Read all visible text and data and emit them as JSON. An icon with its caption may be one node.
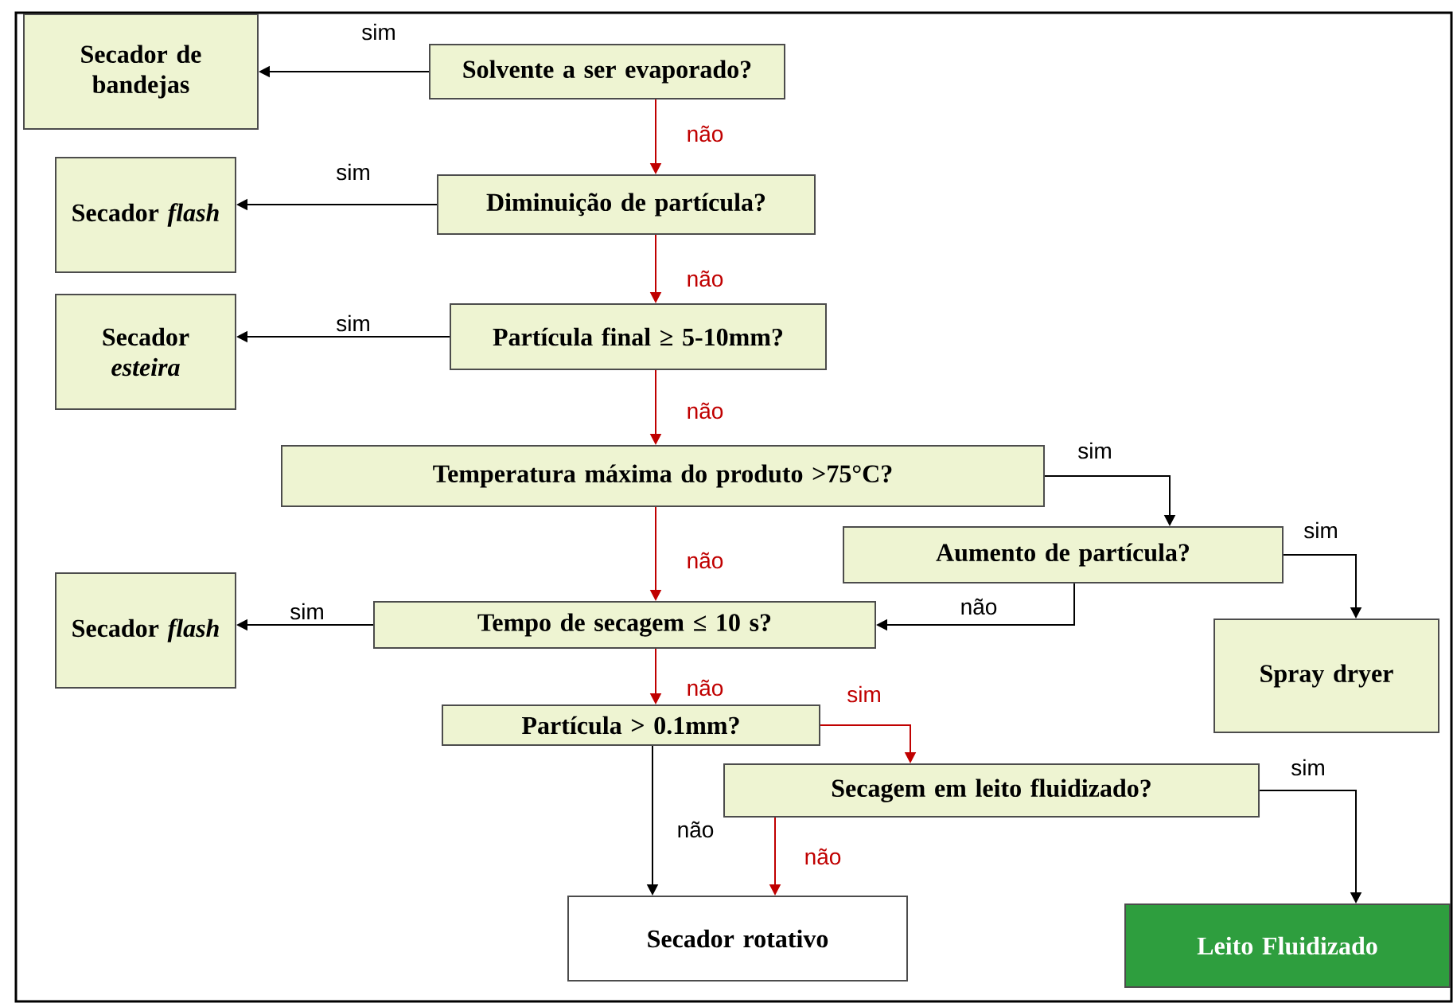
{
  "diagram": {
    "nodes": [
      {
        "text": [
          "Solvente a ser evaporado?"
        ]
      },
      {
        "text": [
          "Secador de bandejas"
        ]
      },
      {
        "text": [
          "Diminuição de partícula?"
        ]
      },
      {
        "text": [
          "Secador *flash*"
        ]
      },
      {
        "text": [
          "Partícula final ≥ 5-10mm?"
        ]
      },
      {
        "text": [
          "Secador *esteira*"
        ]
      },
      {
        "text": [
          "Temperatura máxima do produto >75°C?"
        ]
      },
      {
        "text": [
          "Aumento de partícula?"
        ]
      },
      {
        "text": [
          "Spray dryer"
        ]
      },
      {
        "text": [
          "Secador *flash*"
        ]
      },
      {
        "text": [
          "Tempo de secagem ≤ 10 s?"
        ]
      },
      {
        "text": [
          "Partícula > 0.1mm?"
        ]
      },
      {
        "text": [
          "Secagem em leito fluidizado?"
        ]
      },
      {
        "text": [
          "Secador rotativo"
        ]
      },
      {
        "text": [
          "Leito Fluidizado"
        ]
      }
    ],
    "edges": [
      {
        "from": 0,
        "to": 1,
        "arrow": "to",
        "label": "sim"
      },
      {
        "from": 0,
        "to": 2,
        "arrow": "to",
        "label": "não",
        "color": "#c00000"
      },
      {
        "from": 2,
        "to": 3,
        "arrow": "to",
        "label": "sim"
      },
      {
        "from": 2,
        "to": 4,
        "arrow": "to",
        "label": "não",
        "color": "#c00000"
      },
      {
        "from": 4,
        "to": 5,
        "arrow": "to",
        "label": "sim"
      },
      {
        "from": 4,
        "to": 6,
        "arrow": "to",
        "label": "não",
        "color": "#c00000"
      },
      {
        "from": 6,
        "to": 7,
        "arrow": "to",
        "label": "sim"
      },
      {
        "from": 7,
        "to": 8,
        "arrow": "to",
        "label": "sim"
      },
      {
        "from": 7,
        "to": 10,
        "arrow": "to",
        "label": "não"
      },
      {
        "from": 6,
        "to": 10,
        "arrow": "to",
        "label": "não",
        "color": "#c00000"
      },
      {
        "from": 10,
        "to": 9,
        "arrow": "to",
        "label": "sim"
      },
      {
        "from": 10,
        "to": 11,
        "arrow": "to",
        "label": "não",
        "color": "#c00000"
      },
      {
        "from": 11,
        "to": 12,
        "arrow": "to",
        "label": "sim",
        "color": "#c00000"
      },
      {
        "from": 11,
        "to": 13,
        "arrow": "to",
        "label": "não"
      },
      {
        "from": 12,
        "to": 13,
        "arrow": "to",
        "label": "não",
        "color": "#c00000"
      },
      {
        "from": 12,
        "to": 14,
        "arrow": "to",
        "label": "sim"
      }
    ]
  }
}
